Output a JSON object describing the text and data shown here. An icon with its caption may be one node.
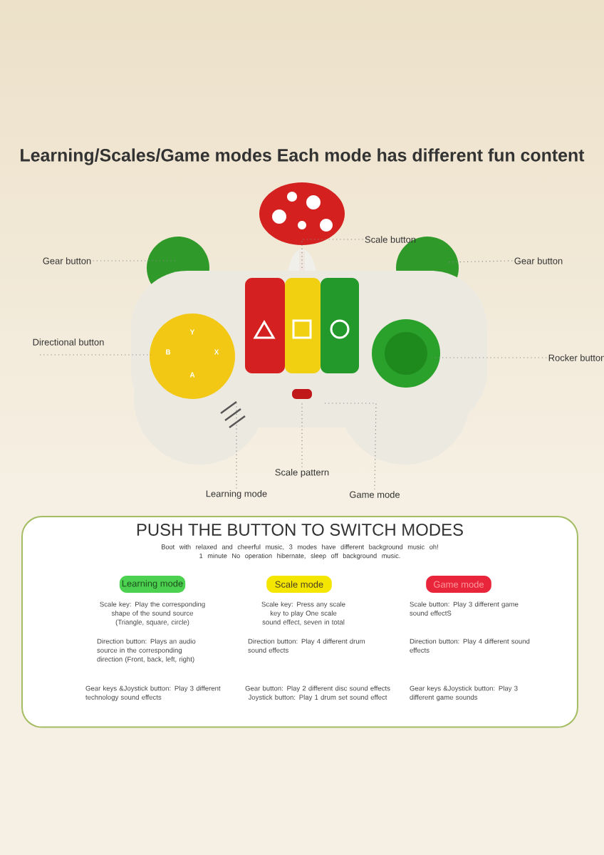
{
  "diagram": {
    "title": "Learning/Scales/Game modes Each mode has different fun content",
    "nodes": [
      {
        "text": [
          "Scale button"
        ]
      },
      {
        "text": [
          "Gear button"
        ]
      },
      {
        "text": [
          "Gear button"
        ]
      },
      {
        "text": [
          "Directional button"
        ]
      },
      {
        "text": [
          "Rocker button"
        ]
      },
      {
        "text": [
          "Scale pattern"
        ]
      },
      {
        "text": [
          "Learning mode"
        ]
      },
      {
        "text": [
          "Game mode"
        ]
      },
      {
        "text": [
          "PUSH THE BUTTON TO SWITCH MODES",
          "Boot with relaxed and cheerful music, 3 modes have different background music oh! 1 minute No operation hibernate, sleep off background music."
        ]
      },
      {
        "text": [
          "Learning mode"
        ],
        "in": 8
      },
      {
        "text": [
          "Scale mode"
        ],
        "in": 8
      },
      {
        "text": [
          "Game mode"
        ],
        "in": 8
      }
    ],
    "edges": [
      {
        "from": 0,
        "to": null,
        "arrow": "none"
      },
      {
        "from": 1,
        "to": null,
        "arrow": "none"
      },
      {
        "from": 2,
        "to": null,
        "arrow": "none"
      },
      {
        "from": 3,
        "to": null,
        "arrow": "none"
      },
      {
        "from": 4,
        "to": null,
        "arrow": "none"
      },
      {
        "from": 5,
        "to": null,
        "arrow": "none"
      },
      {
        "from": 6,
        "to": null,
        "arrow": "none"
      },
      {
        "from": 7,
        "to": null,
        "arrow": "none"
      }
    ],
    "labels": [
      "Y",
      "B",
      "X",
      "A",
      "Scale key: Play the corresponding shape of the sound source (Triangle, square, circle)",
      "Scale key: Press any scale key to play One scale sound effect, seven in total",
      "Scale button: Play 3 different game sound effectS",
      "Direction button: Plays an audio source in the corresponding direction (Front, back, left, right)",
      "Direction button: Play 4 different drum sound effects",
      "Direction button: Play 4 different sound effects",
      "Gear keys &Joystick button: Play 3 different technology sound effects",
      "Gear button: Play 2 different disc sound effects Joystick button: Play 1 drum set sound effect",
      "Gear keys &Joystick button: Play 3 different game sounds"
    ]
  }
}
